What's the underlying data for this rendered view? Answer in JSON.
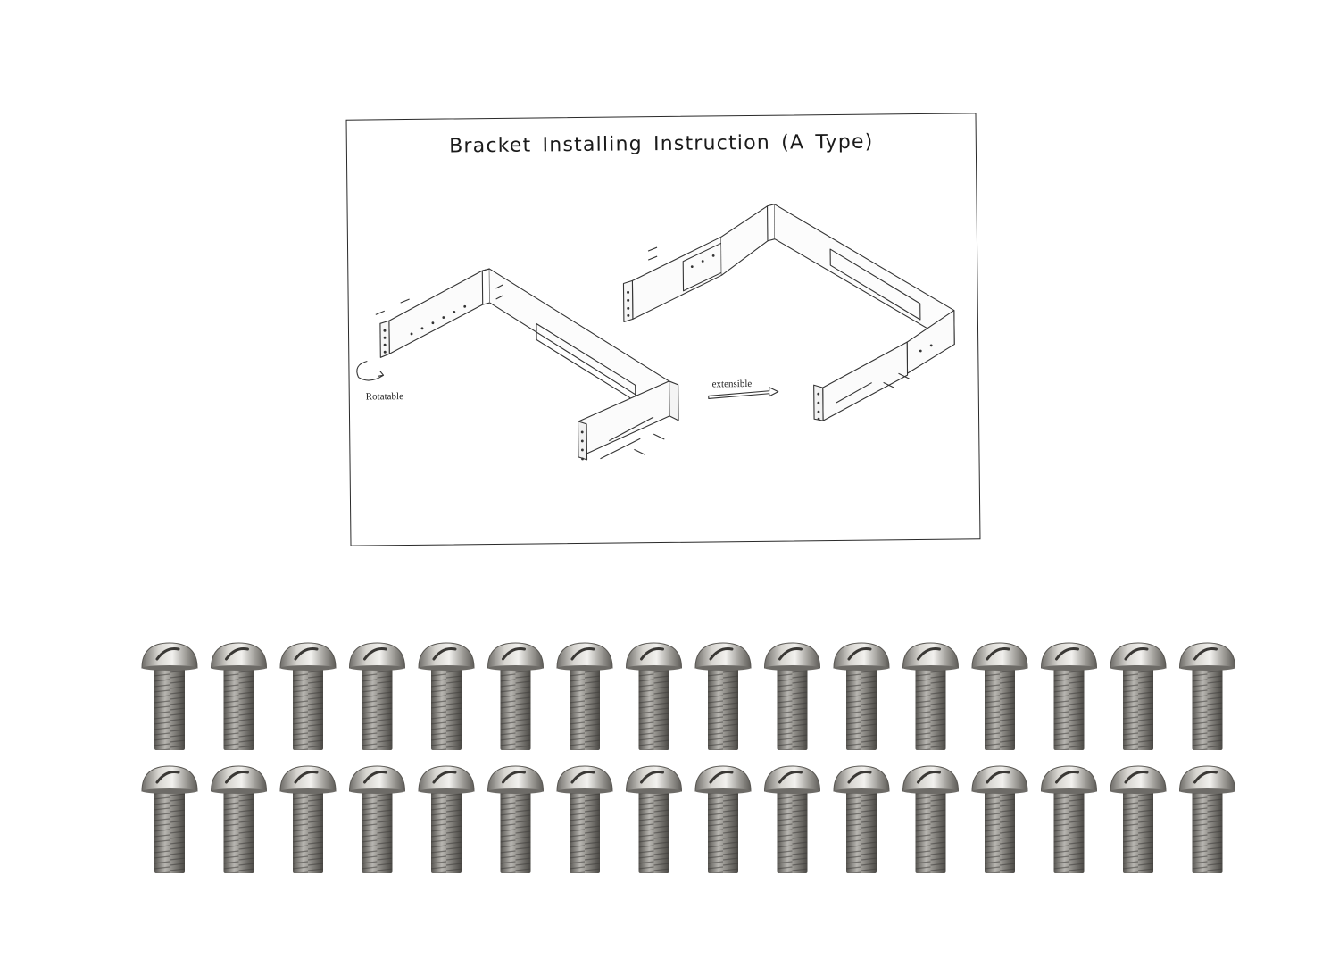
{
  "instruction_sheet": {
    "title": "Bracket  Installing Instruction (A Type)",
    "labels": {
      "rotatable": "Rotatable",
      "extensible": "extensible"
    }
  },
  "screws": {
    "rows": 2,
    "per_row": 16,
    "color": "#9a9894"
  }
}
